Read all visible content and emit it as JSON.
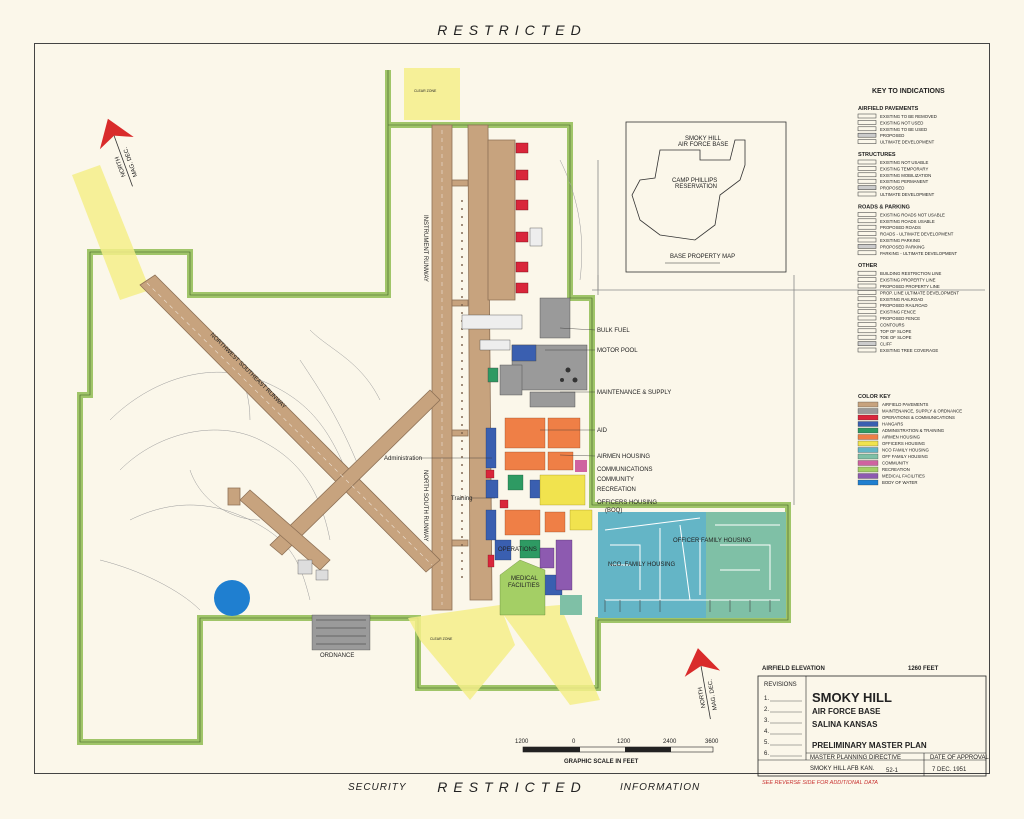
{
  "header": {
    "top": "RESTRICTED",
    "bottom": "RESTRICTED",
    "security_left": "SECURITY",
    "security_right": "INFORMATION"
  },
  "map": {
    "labels": {
      "bulk_fuel": "BULK FUEL",
      "motor_pool": "MOTOR POOL",
      "maint_supply": "MAINTENANCE & SUPPLY",
      "aid": "AID",
      "airmen_housing": "AIRMEN HOUSING",
      "communications": "COMMUNICATIONS",
      "community": "COMMUNITY",
      "recreation": "RECREATION",
      "officers_housing": "OFFICERS HOUSING",
      "officers_housing_sub": "(BOQ)",
      "administration": "Administration",
      "training": "Training",
      "operations": "OPERATIONS",
      "medical": "MEDICAL",
      "facilities": "FACILITIES",
      "nco_family": "NCO. FAMILY HOUSING",
      "officer_family": "OFFICER   FAMILY   HOUSING",
      "ordnance": "ORDNANCE",
      "nw_se_runway": "NORTHWEST  SOUTHEAST  RUNWAY",
      "instrument_runway": "INSTRUMENT   RUNWAY",
      "north_south_runway": "NORTH  SOUTH  RUNWAY",
      "north": "NORTH",
      "mag_dec": "MAG. DEC.",
      "clear_zone": "CLEAR ZONE"
    },
    "colors": {
      "pavement": "#c7a37e",
      "pavement_edge": "#8e7156",
      "maintenance": "#9a9a9a",
      "operations": "#d9263b",
      "hangars": "#3a5fb0",
      "administration": "#2e9a63",
      "airmen": "#ef7f46",
      "officers": "#f1e34e",
      "nco_family": "#64b5c6",
      "off_family": "#7fc0a6",
      "community": "#cf63a0",
      "recreation": "#a4cf65",
      "medical": "#8d5ab0",
      "water": "#1f7fd0",
      "clear_zone": "#f5ee8a",
      "boundary": "#8fbc52",
      "arrow": "#d92b2b"
    }
  },
  "inset": {
    "title_line1": "SMOKY HILL",
    "title_line2": "AIR FORCE BASE",
    "camp_line1": "CAMP PHILLIPS",
    "camp_line2": "RESERVATION",
    "caption": "BASE  PROPERTY  MAP"
  },
  "key": {
    "title": "KEY  TO  INDICATIONS",
    "sections": [
      {
        "heading": "AIRFIELD  PAVEMENTS",
        "items": [
          "EXISTING TO BE REMOVED",
          "EXISTING NOT USED",
          "EXISTING TO BE USED",
          "PROPOSED",
          "ULTIMATE DEVELOPMENT"
        ]
      },
      {
        "heading": "STRUCTURES",
        "items": [
          "EXISTING NOT USABLE",
          "EXISTING TEMPORARY",
          "EXISTING MOBILIZATION",
          "EXISTING PERMANENT",
          "PROPOSED",
          "ULTIMATE DEVELOPMENT"
        ]
      },
      {
        "heading": "ROADS & PARKING",
        "items": [
          "EXISTING ROADS NOT USABLE",
          "EXISTING ROADS USABLE",
          "PROPOSED ROADS",
          "ROADS - ULTIMATE DEVELOPMENT",
          "EXISTING PARKING",
          "PROPOSED PARKING",
          "PARKING - ULTIMATE DEVELOPMENT"
        ]
      },
      {
        "heading": "OTHER",
        "items": [
          "BUILDING RESTRICTION LINE",
          "EXISTING PROPERTY LINE",
          "PROPOSED PROPERTY LINE",
          "PROP. LINE ULTIMATE DEVELOPMENT",
          "EXISTING RAILROAD",
          "PROPOSED RAILROAD",
          "EXISTING FENCE",
          "PROPOSED FENCE",
          "CONTOURS",
          "TOP OF SLOPE",
          "TOE OF SLOPE",
          "CLIFF",
          "EXISTING TREE COVERAGE"
        ]
      }
    ],
    "color_key_heading": "COLOR  KEY",
    "color_key": [
      {
        "label": "AIRFIELD PAVEMENTS",
        "color": "#c7a37e"
      },
      {
        "label": "MAINTENANCE, SUPPLY & ORDNANCE",
        "color": "#9a9a9a"
      },
      {
        "label": "OPERATIONS & COMMUNICATIONS",
        "color": "#d9263b"
      },
      {
        "label": "HANGARS",
        "color": "#3a5fb0"
      },
      {
        "label": "ADMINISTRATION & TRAINING",
        "color": "#2e9a63"
      },
      {
        "label": "AIRMEN HOUSING",
        "color": "#ef7f46"
      },
      {
        "label": "OFFICERS HOUSING",
        "color": "#f1e34e"
      },
      {
        "label": "NCO FAMILY HOUSING",
        "color": "#64b5c6"
      },
      {
        "label": "OFF FAMILY HOUSING",
        "color": "#7fc0a6"
      },
      {
        "label": "COMMUNITY",
        "color": "#cf63a0"
      },
      {
        "label": "RECREATION",
        "color": "#a4cf65"
      },
      {
        "label": "MEDICAL FACILITIES",
        "color": "#8d5ab0"
      },
      {
        "label": "BODY OF WATER",
        "color": "#1f7fd0"
      }
    ]
  },
  "title_block": {
    "elevation_label": "AIRFIELD     ELEVATION",
    "elevation_value": "1260 FEET",
    "revisions_label": "REVISIONS",
    "revisions": [
      "1.",
      "2.",
      "3.",
      "4.",
      "5.",
      "6."
    ],
    "name": "SMOKY   HILL",
    "sub1": "AIR FORCE BASE",
    "sub2": "SALINA  KANSAS",
    "plan": "PRELIMINARY   MASTER   PLAN",
    "master_planning": "MASTER      PLANNING      DIRECTIVE",
    "date_label": "DATE  OF  APPROVAL",
    "directive_base": "SMOKY  HILL AFB KAN.",
    "directive_no": "52-1",
    "date": "7 DEC. 1951",
    "reverse_note": "SEE   REVERSE   SIDE   FOR   ADDITIONAL   DATA"
  },
  "scale": {
    "ticks": [
      "1200",
      "0",
      "1200",
      "2400",
      "3600"
    ],
    "caption": "GRAPHIC  SCALE  IN  FEET"
  }
}
